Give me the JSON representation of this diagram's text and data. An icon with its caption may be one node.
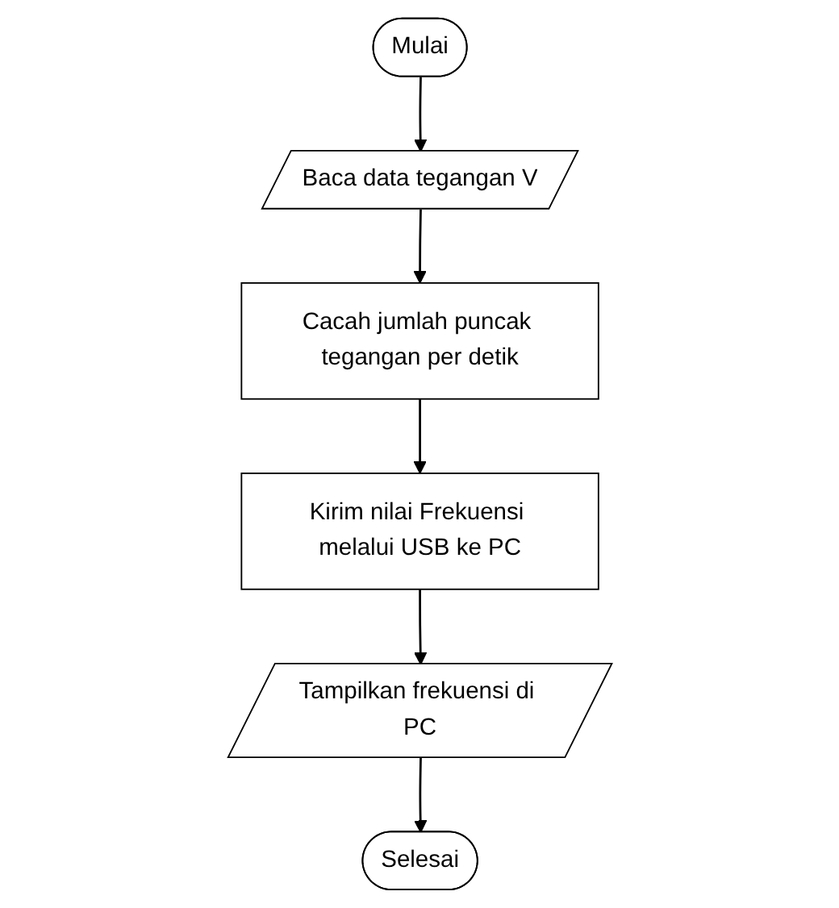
{
  "diagram": {
    "nodes": [
      {
        "text": [
          "Mulai"
        ]
      },
      {
        "text": [
          "Baca data tegangan V"
        ]
      },
      {
        "text": [
          "Cacah jumlah puncak tegangan per detik"
        ]
      },
      {
        "text": [
          "Kirim nilai Frekuensi melalui USB ke PC"
        ]
      },
      {
        "text": [
          "Tampilkan frekuensi di PC"
        ]
      },
      {
        "text": [
          "Selesai"
        ]
      }
    ],
    "edges": [
      {
        "from": 0,
        "to": 1,
        "arrow": "to"
      },
      {
        "from": 1,
        "to": 2,
        "arrow": "to"
      },
      {
        "from": 2,
        "to": 3,
        "arrow": "to"
      },
      {
        "from": 3,
        "to": 4,
        "arrow": "to"
      },
      {
        "from": 4,
        "to": 5,
        "arrow": "to"
      }
    ]
  }
}
